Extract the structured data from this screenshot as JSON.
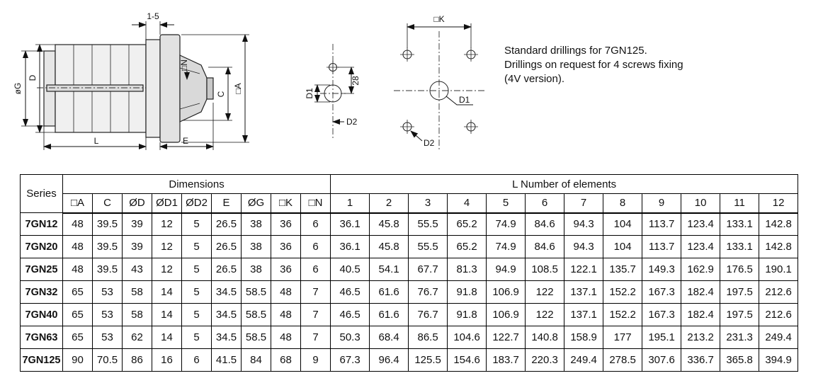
{
  "drawings": {
    "side_view": {
      "dim_labels": {
        "top_gap": "1-5",
        "shaft": "□N",
        "diameter_g": "øG",
        "diameter_d": "D",
        "depth_l": "L",
        "depth_e": "E",
        "height_c": "C",
        "square_a": "□A"
      }
    },
    "drill_detail": {
      "dim_labels": {
        "d1": "D1",
        "spacing": "28",
        "d2": "D2"
      }
    },
    "drill_pattern": {
      "dim_labels": {
        "square_k": "□K",
        "d1": "D1",
        "d2": "D2"
      }
    },
    "note": {
      "line1": "Standard drillings for 7GN125.",
      "line2": "Drillings on request for 4 screws fixing",
      "line3": "(4V version)."
    }
  },
  "table": {
    "series_header": "Series",
    "dimensions_header": "Dimensions",
    "elements_header": "L      Number of elements",
    "dim_columns": [
      "□A",
      "C",
      "ØD",
      "ØD1",
      "ØD2",
      "E",
      "ØG",
      "□K",
      "□N"
    ],
    "element_columns": [
      "1",
      "2",
      "3",
      "4",
      "5",
      "6",
      "7",
      "8",
      "9",
      "10",
      "11",
      "12"
    ],
    "rows": [
      {
        "series": "7GN12",
        "dims": [
          "48",
          "39.5",
          "39",
          "12",
          "5",
          "26.5",
          "38",
          "36",
          "6"
        ],
        "lengths": [
          "36.1",
          "45.8",
          "55.5",
          "65.2",
          "74.9",
          "84.6",
          "94.3",
          "104",
          "113.7",
          "123.4",
          "133.1",
          "142.8"
        ]
      },
      {
        "series": "7GN20",
        "dims": [
          "48",
          "39.5",
          "39",
          "12",
          "5",
          "26.5",
          "38",
          "36",
          "6"
        ],
        "lengths": [
          "36.1",
          "45.8",
          "55.5",
          "65.2",
          "74.9",
          "84.6",
          "94.3",
          "104",
          "113.7",
          "123.4",
          "133.1",
          "142.8"
        ]
      },
      {
        "series": "7GN25",
        "dims": [
          "48",
          "39.5",
          "43",
          "12",
          "5",
          "26.5",
          "38",
          "36",
          "6"
        ],
        "lengths": [
          "40.5",
          "54.1",
          "67.7",
          "81.3",
          "94.9",
          "108.5",
          "122.1",
          "135.7",
          "149.3",
          "162.9",
          "176.5",
          "190.1"
        ]
      },
      {
        "series": "7GN32",
        "dims": [
          "65",
          "53",
          "58",
          "14",
          "5",
          "34.5",
          "58.5",
          "48",
          "7"
        ],
        "lengths": [
          "46.5",
          "61.6",
          "76.7",
          "91.8",
          "106.9",
          "122",
          "137.1",
          "152.2",
          "167.3",
          "182.4",
          "197.5",
          "212.6"
        ]
      },
      {
        "series": "7GN40",
        "dims": [
          "65",
          "53",
          "58",
          "14",
          "5",
          "34.5",
          "58.5",
          "48",
          "7"
        ],
        "lengths": [
          "46.5",
          "61.6",
          "76.7",
          "91.8",
          "106.9",
          "122",
          "137.1",
          "152.2",
          "167.3",
          "182.4",
          "197.5",
          "212.6"
        ]
      },
      {
        "series": "7GN63",
        "dims": [
          "65",
          "53",
          "62",
          "14",
          "5",
          "34.5",
          "58.5",
          "48",
          "7"
        ],
        "lengths": [
          "50.3",
          "68.4",
          "86.5",
          "104.6",
          "122.7",
          "140.8",
          "158.9",
          "177",
          "195.1",
          "213.2",
          "231.3",
          "249.4"
        ]
      },
      {
        "series": "7GN125",
        "dims": [
          "90",
          "70.5",
          "86",
          "16",
          "6",
          "41.5",
          "84",
          "68",
          "9"
        ],
        "lengths": [
          "67.3",
          "96.4",
          "125.5",
          "154.6",
          "183.7",
          "220.3",
          "249.4",
          "278.5",
          "307.6",
          "336.7",
          "365.8",
          "394.9"
        ]
      }
    ]
  }
}
